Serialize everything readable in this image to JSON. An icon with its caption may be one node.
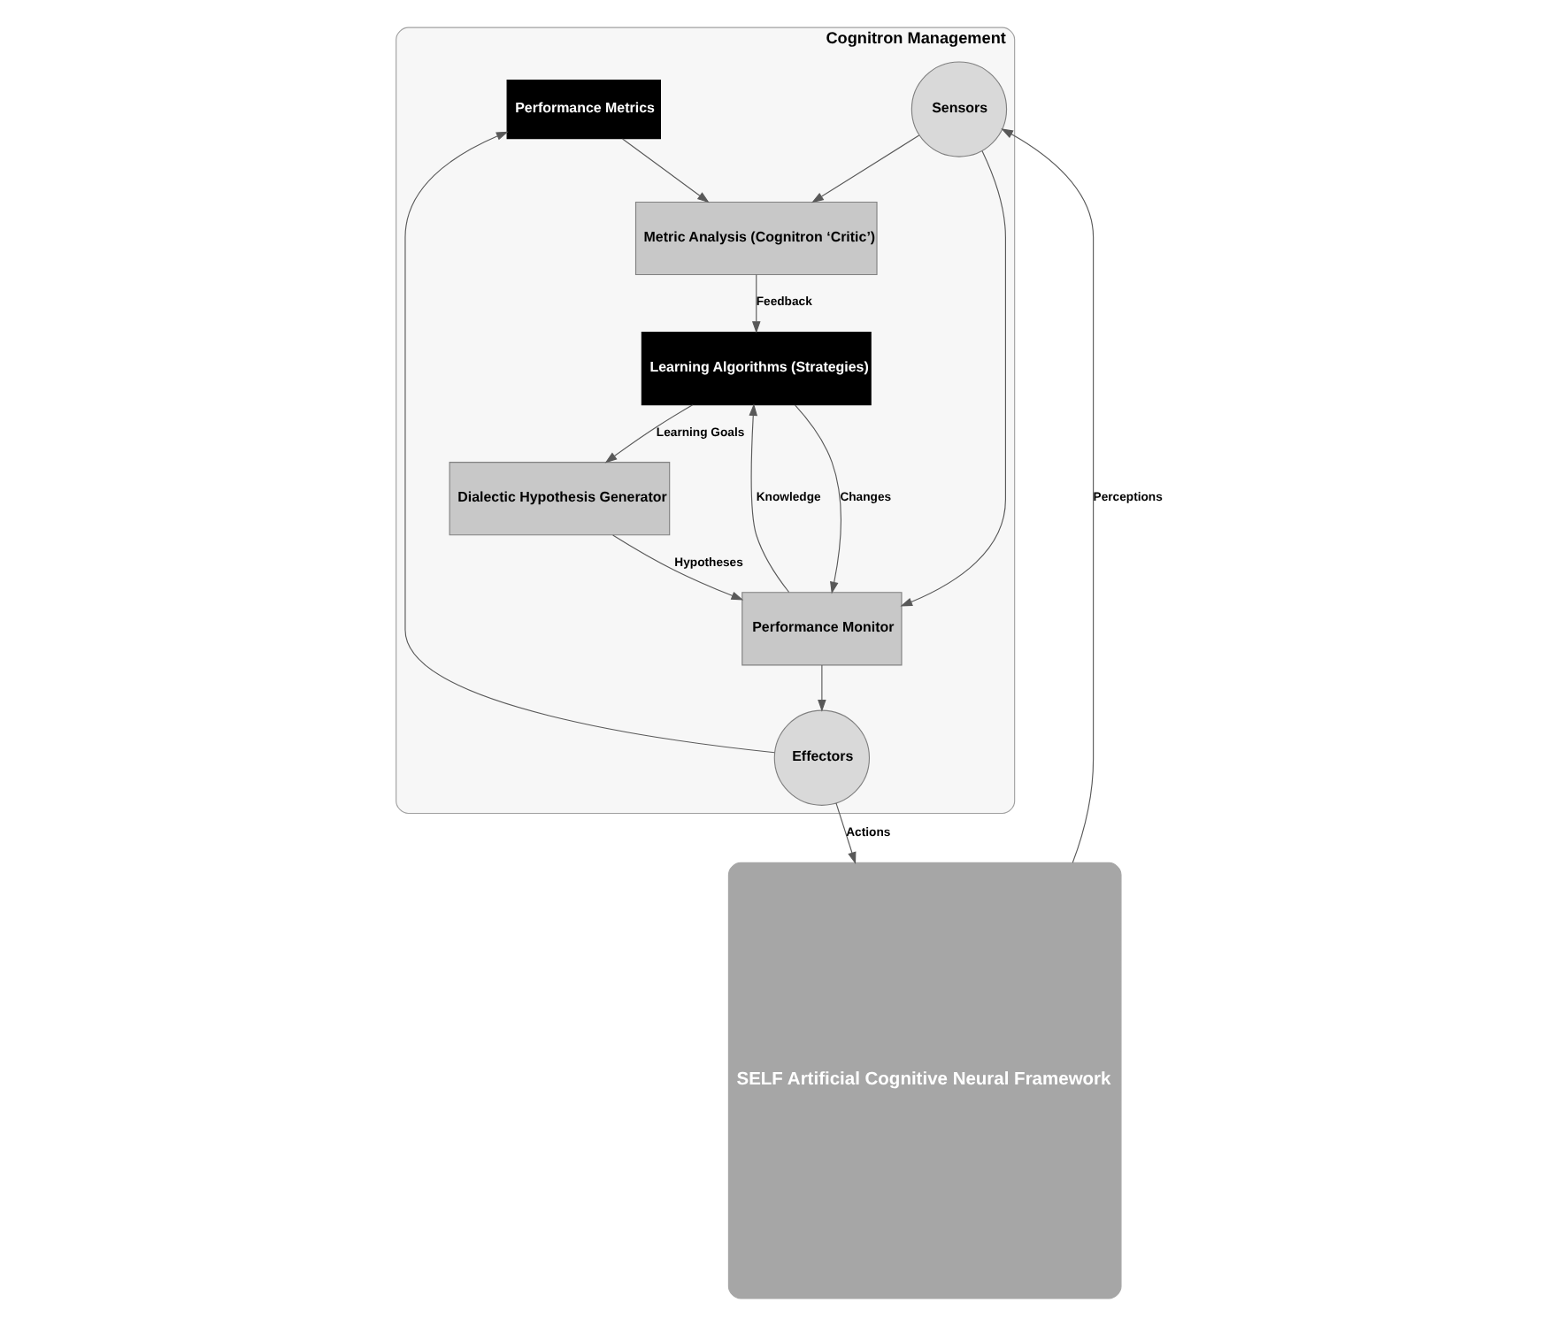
{
  "diagram": {
    "nodes": [
      {
        "text": [
          "Cognitron Management"
        ]
      },
      {
        "text": [
          "Performance Metrics"
        ],
        "in": 0
      },
      {
        "text": [
          "Metric Analysis (Cognitron ‘Critic’)"
        ],
        "in": 0
      },
      {
        "text": [
          "Sensors"
        ],
        "in": 0
      },
      {
        "text": [
          "Learning Algorithms (Strategies)"
        ],
        "in": 0
      },
      {
        "text": [
          "Performance Monitor"
        ],
        "in": 0
      },
      {
        "text": [
          "Dialectic Hypothesis Generator"
        ],
        "in": 0
      },
      {
        "text": [
          "Effectors"
        ],
        "in": 0
      },
      {
        "text": [
          "SELF Artificial Cognitive Neural Framework"
        ]
      }
    ],
    "edges": [
      {
        "from": 1,
        "to": 2,
        "arrow": "to"
      },
      {
        "from": 3,
        "to": 2,
        "arrow": "to"
      },
      {
        "from": 8,
        "to": 3,
        "arrow": "to",
        "label": "Perceptions"
      },
      {
        "from": 2,
        "to": 4,
        "arrow": "to",
        "label": "Feedback"
      },
      {
        "from": 3,
        "to": 5,
        "arrow": "to"
      },
      {
        "from": 4,
        "to": 5,
        "arrow": "to",
        "label": "Changes"
      },
      {
        "from": 5,
        "to": 4,
        "arrow": "to",
        "label": "Knowledge"
      },
      {
        "from": 4,
        "to": 6,
        "arrow": "to",
        "label": "Learning Goals"
      },
      {
        "from": 6,
        "to": 5,
        "arrow": "to",
        "label": "Hypotheses"
      },
      {
        "from": 5,
        "to": 7,
        "arrow": "to"
      },
      {
        "from": 7,
        "to": 8,
        "arrow": "to",
        "label": "Actions"
      },
      {
        "from": 7,
        "to": 1,
        "arrow": "to"
      }
    ]
  }
}
